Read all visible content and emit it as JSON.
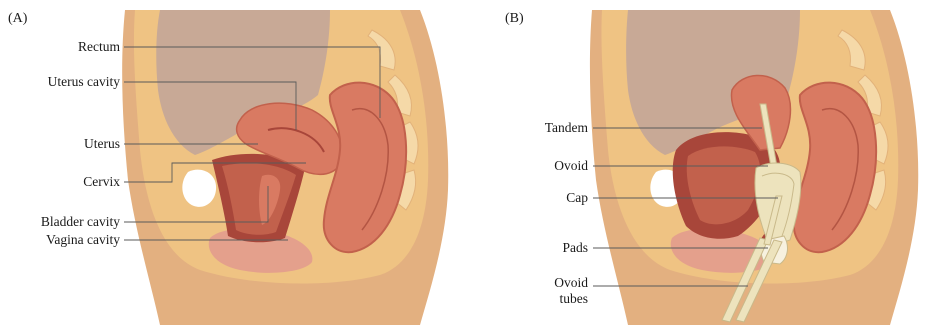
{
  "panels": [
    {
      "id": "A",
      "panel_label": "(A)",
      "labels": {
        "rectum": "Rectum",
        "uterus_cavity": "Uterus cavity",
        "uterus": "Uterus",
        "cervix": "Cervix",
        "bladder_cavity": "Bladder cavity",
        "vagina_cavity": "Vagina cavity"
      }
    },
    {
      "id": "B",
      "panel_label": "(B)",
      "labels": {
        "tandem": "Tandem",
        "ovoid": "Ovoid",
        "cap": "Cap",
        "pads": "Pads",
        "ovoid_tubes_line1": "Ovoid",
        "ovoid_tubes_line2": "tubes"
      }
    }
  ],
  "colors": {
    "skin": "#efc383",
    "tissue_outer": "#e3b080",
    "abdomen_cavity": "#c8a996",
    "organ_light": "#d97a62",
    "organ_mid": "#c2614c",
    "organ_dark": "#a8463a",
    "bladder_pink": "#e4a08c",
    "fat_pale": "#f5d9a8",
    "applicator": "#ede3bd",
    "applicator_outline": "#c9b98a"
  }
}
